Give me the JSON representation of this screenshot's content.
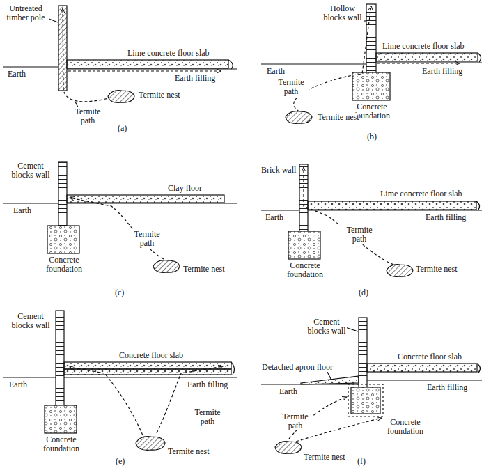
{
  "diagram": {
    "labels": [
      "Untreated timber pole",
      "Lime concrete floor slab",
      "Earth",
      "Earth filling",
      "Termite path",
      "Termite nest",
      "(a)",
      "Hollow blocks wall",
      "Lime concrete floor slab",
      "Earth",
      "Earth filling",
      "Termite path",
      "Concrete foundation",
      "Termite nest",
      "(b)",
      "Cement blocks wall",
      "Clay floor",
      "Earth",
      "Concrete foundation",
      "Termite path",
      "Termite nest",
      "(c)",
      "Brick wall",
      "Lime concrete floor slab",
      "Earth",
      "Earth filling",
      "Concrete foundation",
      "Termite path",
      "Termite nest",
      "(d)",
      "Cement blocks wall",
      "Concrete floor slab",
      "Earth",
      "Earth filling",
      "Concrete foundation",
      "Termite path",
      "Termite nest",
      "(e)",
      "Cement blocks wall",
      "Concrete floor slab",
      "Detached apron floor",
      "Earth filling",
      "Earth",
      "Termite path",
      "Concrete foundation",
      "Termite nest",
      "(f)"
    ]
  }
}
